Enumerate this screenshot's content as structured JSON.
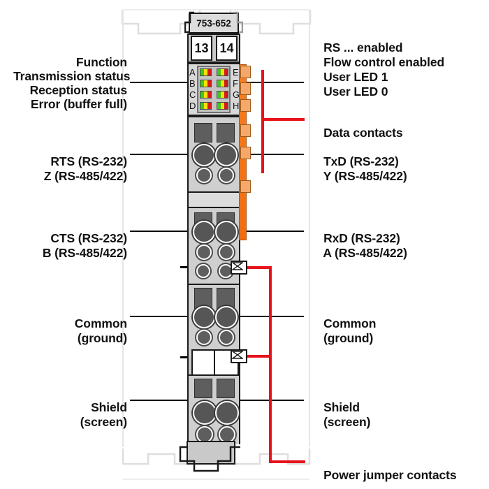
{
  "diagram": {
    "title": "WAGO 753-652 serial interface module terminal assignment",
    "module_part_number": "753-652",
    "terminal_numbers": [
      "13",
      "14"
    ],
    "colors": {
      "leader_line": "#000000",
      "highlight_red": "#e8131a",
      "data_contact_orange": "#f57f20",
      "module_body": "#c9c9c9",
      "led_green": "#44c425",
      "led_yellow": "#f2e400",
      "led_red": "#d31b18"
    }
  },
  "led_block": {
    "left_letters": [
      "A",
      "B",
      "C",
      "D"
    ],
    "right_letters": [
      "E",
      "F",
      "G",
      "H"
    ],
    "rows": 4,
    "columns": 2,
    "segments": [
      "green",
      "yellow",
      "red"
    ]
  },
  "labels_left": [
    {
      "id": "function",
      "lines": [
        "Function"
      ]
    },
    {
      "id": "transmission-status",
      "lines": [
        "Transmission status"
      ]
    },
    {
      "id": "reception-status",
      "lines": [
        "Reception status"
      ]
    },
    {
      "id": "error-buffer-full",
      "lines": [
        "Error (buffer full)"
      ]
    },
    {
      "id": "rts-z",
      "lines": [
        "RTS (RS-232)",
        "Z (RS-485/422)"
      ]
    },
    {
      "id": "cts-b",
      "lines": [
        "CTS (RS-232)",
        "B (RS-485/422)"
      ]
    },
    {
      "id": "common-ground-left",
      "lines": [
        "Common",
        "(ground)"
      ]
    },
    {
      "id": "shield-screen-left",
      "lines": [
        "Shield",
        "(screen)"
      ]
    }
  ],
  "labels_right": [
    {
      "id": "rs-enabled",
      "lines": [
        "RS ... enabled"
      ]
    },
    {
      "id": "flow-control-enabled",
      "lines": [
        "Flow control enabled"
      ]
    },
    {
      "id": "user-led-1",
      "lines": [
        "User LED 1"
      ]
    },
    {
      "id": "user-led-0",
      "lines": [
        "User LED 0"
      ]
    },
    {
      "id": "data-contacts",
      "lines": [
        "Data contacts"
      ]
    },
    {
      "id": "txd-y",
      "lines": [
        "TxD (RS-232)",
        "Y (RS-485/422)"
      ]
    },
    {
      "id": "rxd-a",
      "lines": [
        "RxD (RS-232)",
        "A (RS-485/422)"
      ]
    },
    {
      "id": "common-ground-right",
      "lines": [
        "Common",
        "(ground)"
      ]
    },
    {
      "id": "shield-screen-right",
      "lines": [
        "Shield",
        "(screen)"
      ]
    },
    {
      "id": "power-jumper-contacts",
      "lines": [
        "Power jumper contacts"
      ]
    }
  ],
  "text": {
    "function": "Function",
    "transmission_status": "Transmission status",
    "reception_status": "Reception status",
    "error_buffer_full": "Error (buffer full)",
    "rts_rs232": "RTS (RS-232)",
    "z_rs485": "Z (RS-485/422)",
    "cts_rs232": "CTS (RS-232)",
    "b_rs485": "B (RS-485/422)",
    "common_left_1": "Common",
    "common_left_2": "(ground)",
    "shield_left_1": "Shield",
    "shield_left_2": "(screen)",
    "rs_enabled": "RS ... enabled",
    "flow_control_enabled": "Flow control enabled",
    "user_led_1": "User LED 1",
    "user_led_0": "User LED 0",
    "data_contacts": "Data contacts",
    "txd_rs232": "TxD (RS-232)",
    "y_rs485": "Y (RS-485/422)",
    "rxd_rs232": "RxD (RS-232)",
    "a_rs485": "A (RS-485/422)",
    "common_right_1": "Common",
    "common_right_2": "(ground)",
    "shield_right_1": "Shield",
    "shield_right_2": "(screen)",
    "power_jumper_contacts": "Power jumper contacts",
    "part_number": "753-652",
    "term_13": "13",
    "term_14": "14",
    "a": "A",
    "b": "B",
    "c": "C",
    "d": "D",
    "e": "E",
    "f": "F",
    "g": "G",
    "h": "H"
  }
}
